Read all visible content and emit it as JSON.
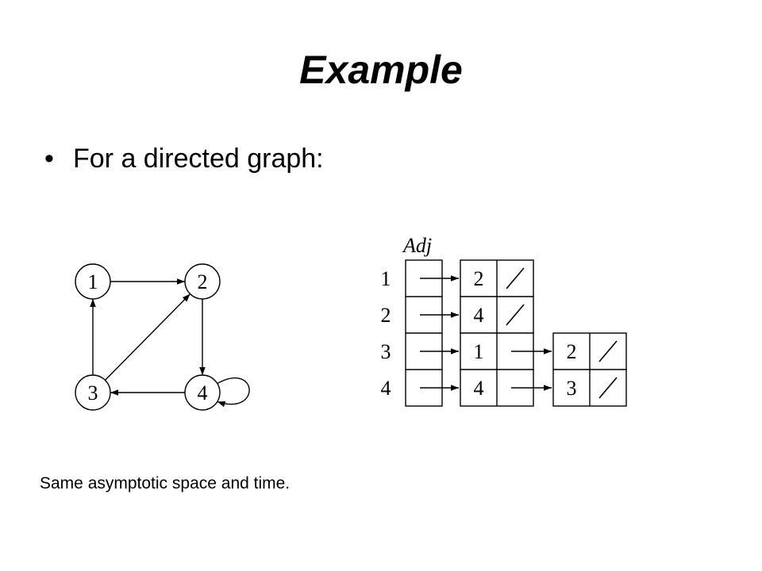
{
  "title": "Example",
  "bullet": {
    "marker": "•",
    "text": "For a directed graph:"
  },
  "footnote": "Same asymptotic space and time.",
  "graph": {
    "nodes": [
      {
        "id": "1",
        "label": "1"
      },
      {
        "id": "2",
        "label": "2"
      },
      {
        "id": "3",
        "label": "3"
      },
      {
        "id": "4",
        "label": "4"
      }
    ],
    "edges": [
      {
        "from": "1",
        "to": "2"
      },
      {
        "from": "2",
        "to": "4"
      },
      {
        "from": "3",
        "to": "1"
      },
      {
        "from": "3",
        "to": "2"
      },
      {
        "from": "4",
        "to": "3"
      },
      {
        "from": "4",
        "to": "4"
      }
    ]
  },
  "adjacency": {
    "label": "Adj",
    "rows": [
      {
        "vertex": "1",
        "list": [
          "2"
        ]
      },
      {
        "vertex": "2",
        "list": [
          "4"
        ]
      },
      {
        "vertex": "3",
        "list": [
          "1",
          "2"
        ]
      },
      {
        "vertex": "4",
        "list": [
          "4",
          "3"
        ]
      }
    ]
  }
}
